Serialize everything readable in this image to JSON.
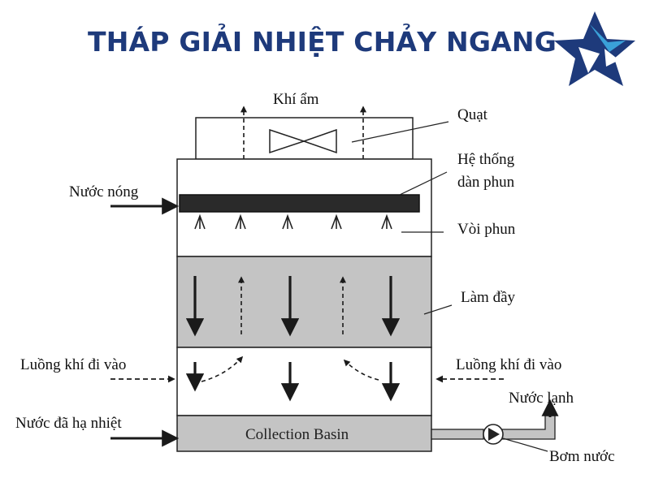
{
  "title": "THÁP GIẢI NHIỆT CHẢY NGANG",
  "labels": {
    "humid_air": "Khí ẩm",
    "fan": "Quạt",
    "spray_system_line1": "Hệ thống",
    "spray_system_line2": "dàn phun",
    "hot_water": "Nước nóng",
    "nozzle": "Vòi phun",
    "fill": "Làm đầy",
    "air_in_left": "Luồng khí đi vào",
    "air_in_right": "Luồng khí đi vào",
    "cold_water": "Nước lạnh",
    "cooled_water": "Nước đã hạ nhiệt",
    "basin": "Collection Basin",
    "pump": "Bơm nước"
  },
  "icons": {
    "logo": "star-logo-icon",
    "fan": "fan-icon",
    "pump": "pump-icon"
  },
  "colors": {
    "title": "#1e3a7b",
    "logo_primary": "#1e3a7b",
    "logo_accent": "#3aa0d8",
    "fill_panel": "#c4c4c4",
    "basin": "#c4c4c4",
    "line": "#222222"
  }
}
